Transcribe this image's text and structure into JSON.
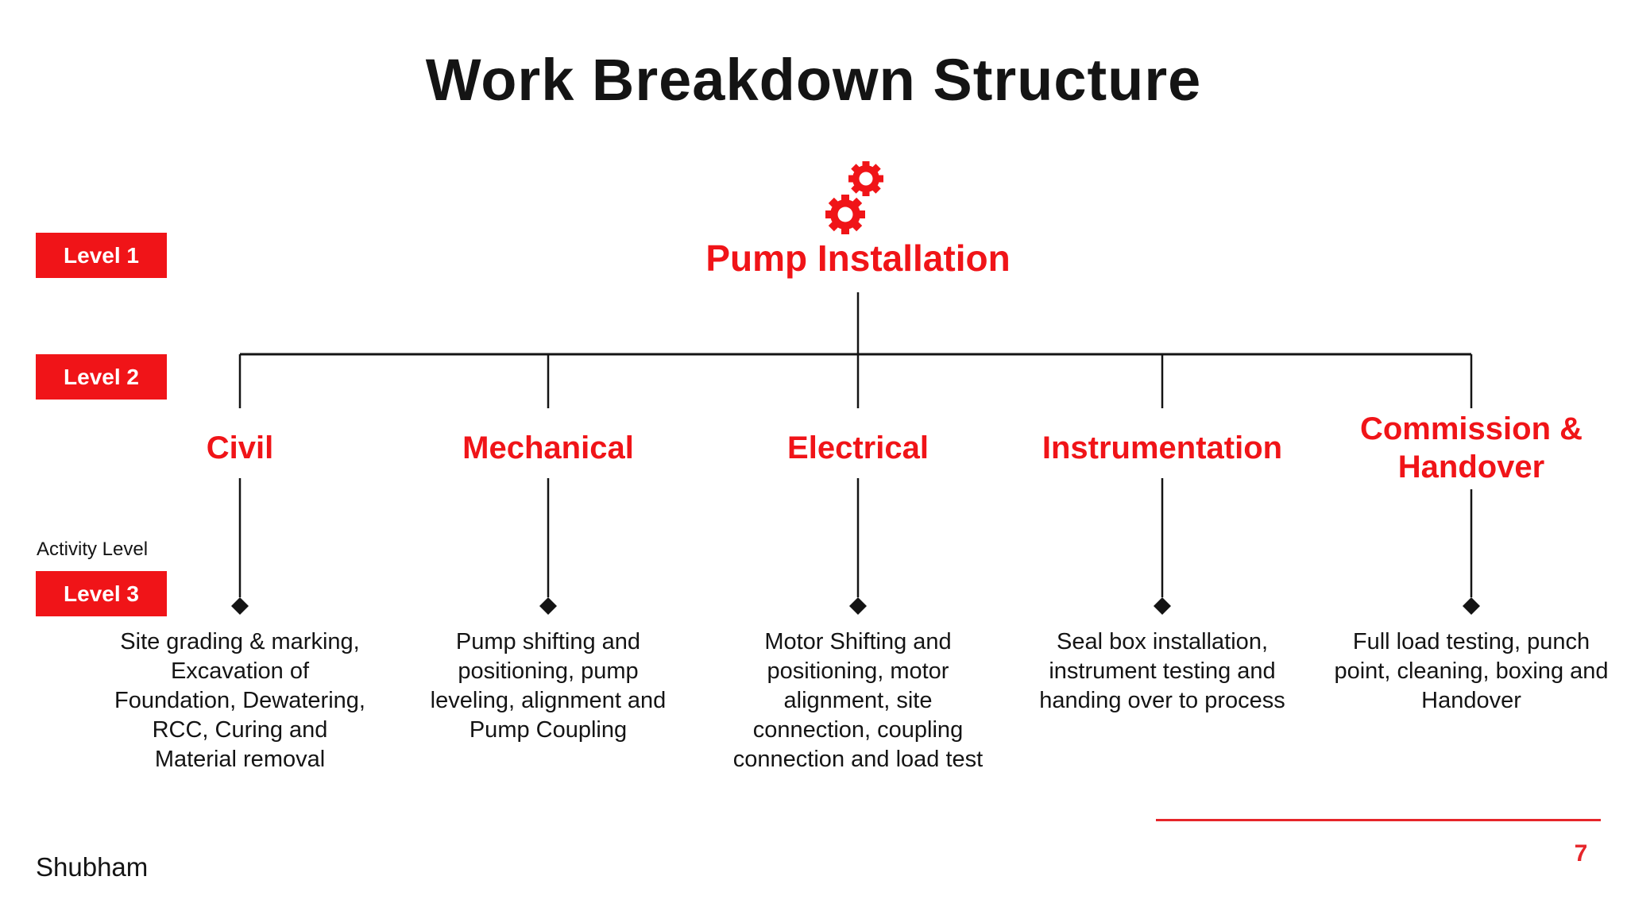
{
  "slide": {
    "title": "Work Breakdown Structure",
    "root": "Pump Installation",
    "levels": {
      "level1": "Level 1",
      "level2": "Level 2",
      "level3": "Level 3",
      "activity_caption": "Activity Level"
    },
    "branches": [
      {
        "name": "Civil",
        "activities": "Site grading & marking, Excavation of Foundation, Dewatering, RCC, Curing and Material removal"
      },
      {
        "name": "Mechanical",
        "activities": "Pump shifting and positioning, pump leveling, alignment and Pump Coupling"
      },
      {
        "name": "Electrical",
        "activities": "Motor Shifting and positioning, motor alignment, site connection, coupling connection and load test"
      },
      {
        "name": "Instrumentation",
        "activities": "Seal box installation, instrument testing and handing over to process"
      },
      {
        "name": "Commission & Handover",
        "activities": "Full load testing, punch point, cleaning, boxing and Handover"
      }
    ],
    "icons": {
      "gears": "gears-icon"
    },
    "footer": {
      "author": "Shubham",
      "page_number": "7"
    },
    "colors": {
      "accent_red": "#f01418",
      "footer_red": "#e6252a",
      "ink": "#141414"
    }
  }
}
